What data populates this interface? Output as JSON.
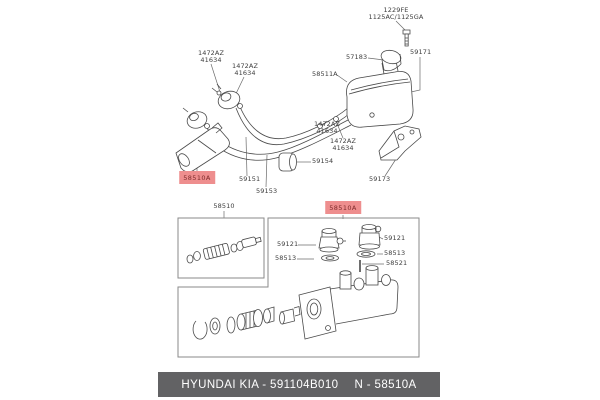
{
  "colors": {
    "highlight_bg": "#ee8e8e",
    "highlight_text": "#7e2b2b",
    "footer_bg": "#626264",
    "footer_text": "#ffffff",
    "line": "#4a4a4a",
    "label_text": "#3d3d3d",
    "box_border": "#8a8a8a"
  },
  "upper": {
    "screw_code": "1229FE\n1125AC/1125GA",
    "cap": "57183",
    "cap_assembly": "59171",
    "reservoir": "58511A",
    "clamp_a": "1472AZ\n41634",
    "clamp_b": "1472AZ\n41634",
    "clamp_c": "1472AZ\n41634",
    "clamp_d": "1472AZ\n41634",
    "master_cylinder_highlight": "58510A",
    "hose_primary": "59151",
    "hose_secondary": "59153",
    "damper": "59154",
    "bracket": "59173"
  },
  "lower": {
    "repair_kit": "58510",
    "assembly_highlight": "58510A",
    "fitting_left": "59121",
    "seal_left": "58513",
    "fitting_right": "59121",
    "seal_right": "58513",
    "check_valve": "58521"
  },
  "footer": {
    "brand_part": "HYUNDAI KIA - 591104B010",
    "ref": "N - 58510A"
  }
}
